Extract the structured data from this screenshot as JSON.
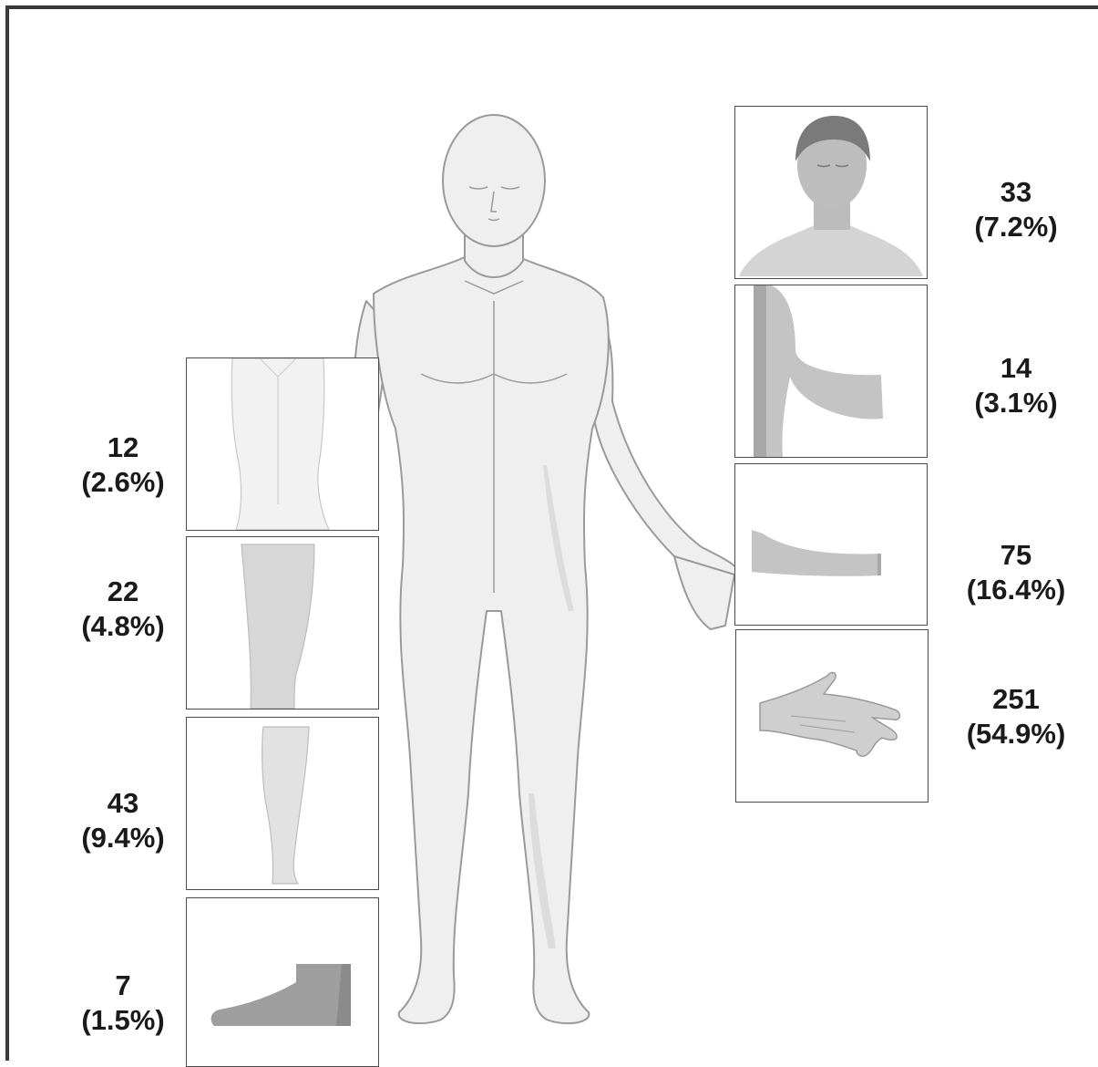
{
  "regions": {
    "head_neck": {
      "icon": "head-icon",
      "count": "33",
      "percent": "(7.2%)"
    },
    "upper_arm": {
      "icon": "upper-arm-icon",
      "count": "14",
      "percent": "(3.1%)"
    },
    "forearm": {
      "icon": "forearm-icon",
      "count": "75",
      "percent": "(16.4%)"
    },
    "hand": {
      "icon": "hand-icon",
      "count": "251",
      "percent": "(54.9%)"
    },
    "trunk": {
      "icon": "trunk-icon",
      "count": "12",
      "percent": "(2.6%)"
    },
    "thigh": {
      "icon": "thigh-icon",
      "count": "22",
      "percent": "(4.8%)"
    },
    "lower_leg": {
      "icon": "lower-leg-icon",
      "count": "43",
      "percent": "(9.4%)"
    },
    "foot": {
      "icon": "foot-icon",
      "count": "7",
      "percent": "(1.5%)"
    }
  },
  "colors": {
    "frame": "#3a3a3a",
    "skin_light": "#efefef",
    "skin_outline": "#9a9a9a",
    "highlight": "#b4b4b4",
    "panel_border": "#4a4a4a",
    "text": "#1a1a1a"
  }
}
